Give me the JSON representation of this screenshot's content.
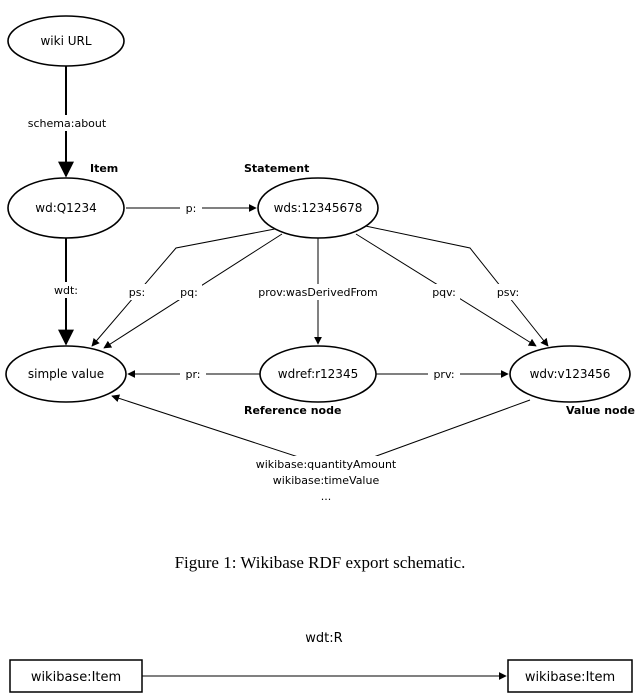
{
  "figure1": {
    "nodes": {
      "wiki_url": "wiki URL",
      "item": "wd:Q1234",
      "statement": "wds:12345678",
      "simple_value": "simple value",
      "reference": "wdref:r12345",
      "value": "wdv:v123456"
    },
    "headings": {
      "item": "Item",
      "statement": "Statement",
      "reference": "Reference node",
      "value": "Value node"
    },
    "edges": {
      "schema_about": "schema:about",
      "p": "p:",
      "wdt": "wdt:",
      "ps": "ps:",
      "pq": "pq:",
      "prov": "prov:wasDerivedFrom",
      "pqv": "pqv:",
      "psv": "psv:",
      "pr": "pr:",
      "prv": "prv:",
      "value_props": [
        "wikibase:quantityAmount",
        "wikibase:timeValue",
        "..."
      ]
    },
    "caption": "Figure 1: Wikibase RDF export schematic."
  },
  "figure2": {
    "edge_label": "wdt:R",
    "left_box": "wikibase:Item",
    "right_box": "wikibase:Item"
  }
}
